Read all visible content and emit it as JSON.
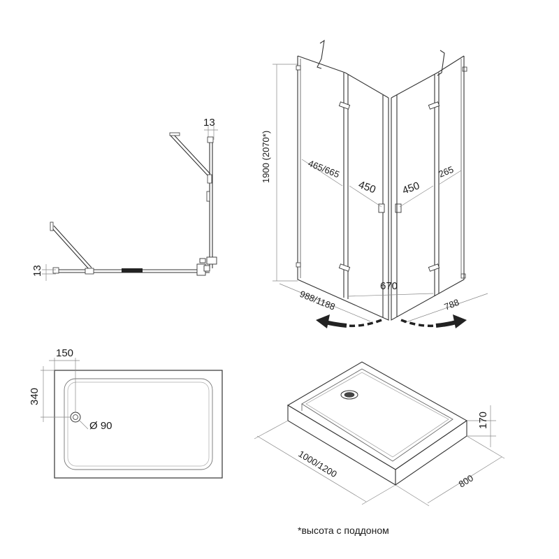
{
  "plan_view": {
    "dim_top": "13",
    "dim_left": "13"
  },
  "enclosure_view": {
    "height": "1900 (2070*)",
    "left_door_span": "465/665",
    "left_door_opening": "450",
    "right_door_opening": "450",
    "right_fixed": "265",
    "entry_width": "670",
    "left_side": "988/1188",
    "right_side": "788"
  },
  "tray_top_view": {
    "drain_offset_x": "150",
    "drain_offset_y": "340",
    "drain_diameter": "Ø 90"
  },
  "tray_3d_view": {
    "height": "170",
    "length": "1000/1200",
    "width": "800"
  },
  "footnote": "*высота с поддоном"
}
